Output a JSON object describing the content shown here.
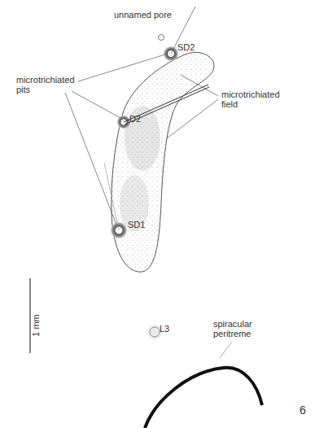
{
  "diagram": {
    "labels": [
      "unnamed pore",
      "microtrichiated pits",
      "SD2",
      "D2",
      "microtrichiated field",
      "SD1",
      "1 mm",
      "L3",
      "spiracular peritreme",
      "6"
    ]
  }
}
